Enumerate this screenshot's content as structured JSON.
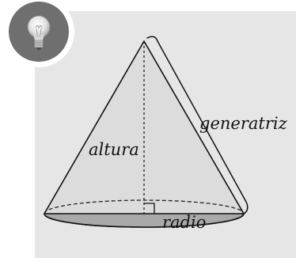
{
  "diagram": {
    "labels": {
      "height": "altura",
      "slant_height": "generatriz",
      "radius": "radio"
    },
    "icon": "light-bulb-icon",
    "colors": {
      "panel": "#e6e6e6",
      "cone_fill": "#dcdcdc",
      "base_fill": "#a9a9a9",
      "outline": "#111111",
      "badge_bg": "#6f6f6f"
    }
  }
}
